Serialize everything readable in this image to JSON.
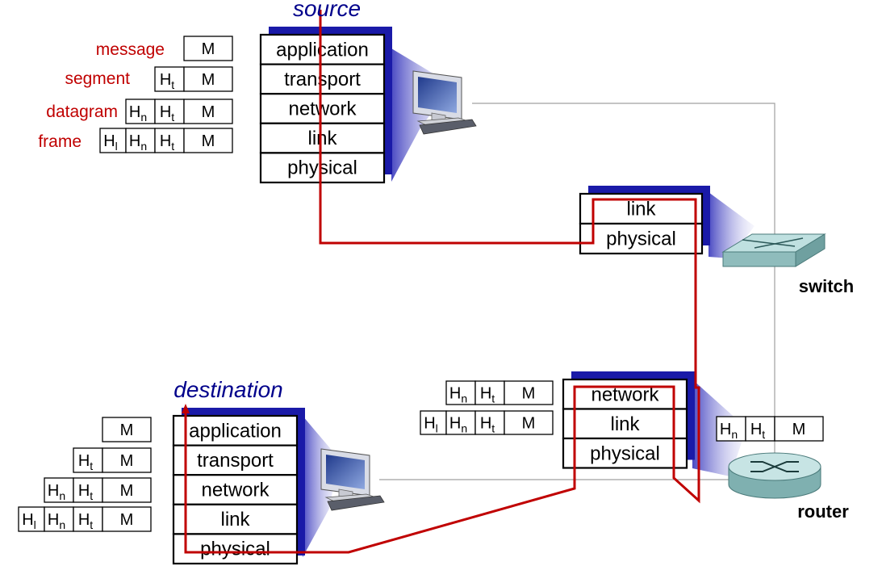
{
  "labels": {
    "source": "source",
    "destination": "destination",
    "switch": "switch",
    "router": "router"
  },
  "unit_names": [
    "message",
    "segment",
    "datagram",
    "frame"
  ],
  "headers": {
    "l": "H",
    "l_sub": "l",
    "n": "H",
    "n_sub": "n",
    "t": "H",
    "t_sub": "t",
    "m": "M"
  },
  "stacks": {
    "source": [
      "application",
      "transport",
      "network",
      "link",
      "physical"
    ],
    "destination": [
      "application",
      "transport",
      "network",
      "link",
      "physical"
    ],
    "switch": [
      "link",
      "physical"
    ],
    "router": [
      "network",
      "link",
      "physical"
    ]
  },
  "packets": {
    "source": [
      [
        "m"
      ],
      [
        "t",
        "m"
      ],
      [
        "n",
        "t",
        "m"
      ],
      [
        "l",
        "n",
        "t",
        "m"
      ]
    ],
    "destination": [
      [
        "m"
      ],
      [
        "t",
        "m"
      ],
      [
        "n",
        "t",
        "m"
      ],
      [
        "l",
        "n",
        "t",
        "m"
      ]
    ],
    "router_left": [
      [
        "n",
        "t",
        "m"
      ],
      [
        "l",
        "n",
        "t",
        "m"
      ]
    ],
    "router_right": [
      [
        "n",
        "t",
        "m"
      ]
    ]
  },
  "colors": {
    "path": "#c00000",
    "unit_label": "#c00000",
    "title": "#00008b",
    "shadow": "#1a1aa8",
    "stack_border": "#000000",
    "device_fill": "#a6cccc"
  }
}
